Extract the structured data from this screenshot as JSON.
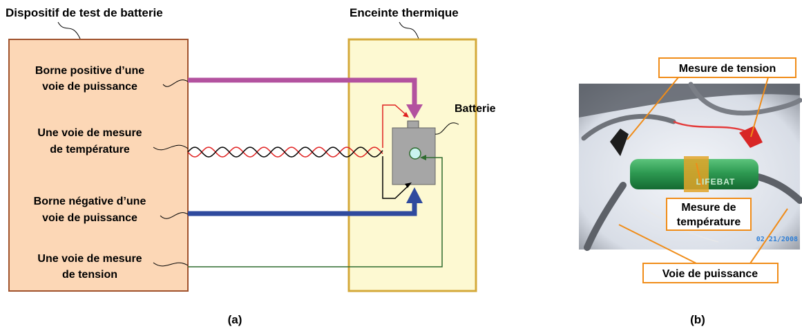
{
  "panel_a": {
    "device_title": "Dispositif de test de batterie",
    "enclosure_title": "Enceinte thermique",
    "battery_label": "Batterie",
    "channels": [
      {
        "line1": "Borne positive d’une",
        "line2": "voie de puissance"
      },
      {
        "line1": "Une voie de mesure",
        "line2": "de température"
      },
      {
        "line1": "Borne négative d’une",
        "line2": "voie de puissance"
      },
      {
        "line1": "Une voie de mesure",
        "line2": "de tension"
      }
    ],
    "caption": "(a)"
  },
  "panel_b": {
    "callouts": {
      "voltage": "Mesure de tension",
      "temperature_line1": "Mesure de",
      "temperature_line2": "température",
      "power": "Voie de puissance"
    },
    "cell_print": "LIFEBAT",
    "date_stamp": "02/21/2008",
    "caption": "(b)"
  },
  "colors": {
    "device_fill": "#fcd7b6",
    "device_border": "#a0522d",
    "enclosure_fill": "#fdf9d2",
    "enclosure_border": "#d4a93a",
    "positive_wire": "#b3529f",
    "negative_wire": "#2f4a9e",
    "voltage_wire": "#2e6b2e",
    "thermocouple_red": "#e02020",
    "thermocouple_black": "#000000",
    "callout_border": "#f08c18",
    "battery_body": "#a6a6a6",
    "cell_green": "#2e9a52"
  }
}
